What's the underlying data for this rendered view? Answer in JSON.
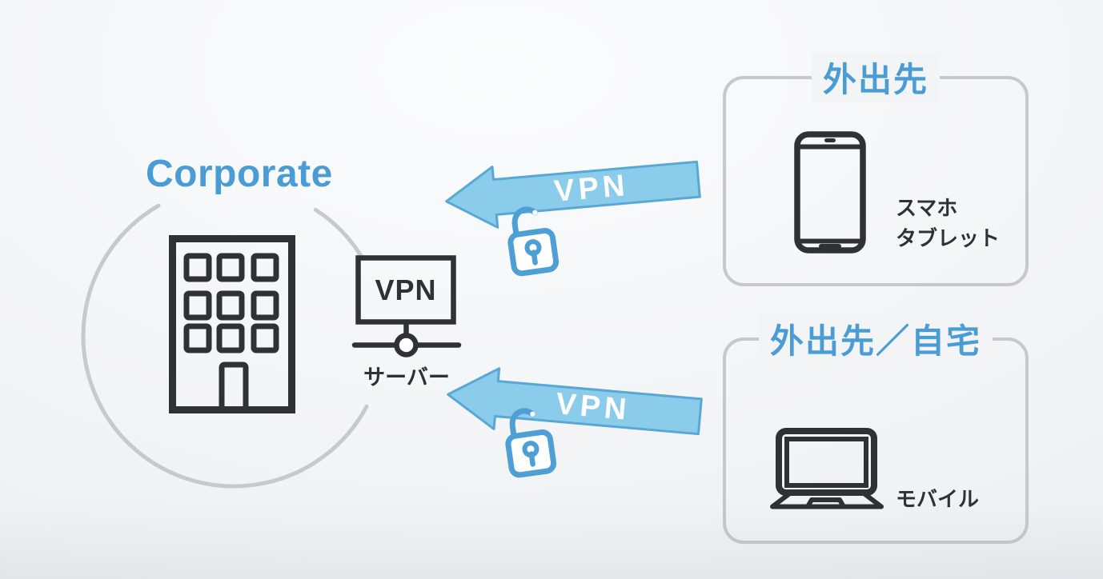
{
  "colors": {
    "accent_blue": "#4A9CD4",
    "arrow_fill": "#8BCCEA",
    "arrow_border": "#58A8D6",
    "lock_blue": "#4E9FD6",
    "dark": "#2E3135",
    "border_gray": "#C6C8CB",
    "circle_gray": "#C8C9CC",
    "bg": "#F3F4F6"
  },
  "corporate": {
    "title": "Corporate",
    "building_icon": "office-building-icon"
  },
  "server": {
    "monitor_label": "VPN",
    "caption": "サーバー",
    "icon": "vpn-server-icon"
  },
  "connections": {
    "direction": "left",
    "top_arrow_label": "VPN",
    "bottom_arrow_label": "VPN",
    "lock_icon": "open-padlock-icon"
  },
  "remote_top": {
    "title": "外出先",
    "device_icon": "smartphone-icon",
    "labels": [
      "スマホ",
      "タブレット"
    ]
  },
  "remote_bottom": {
    "title": "外出先／自宅",
    "device_icon": "laptop-icon",
    "label": "モバイル"
  }
}
